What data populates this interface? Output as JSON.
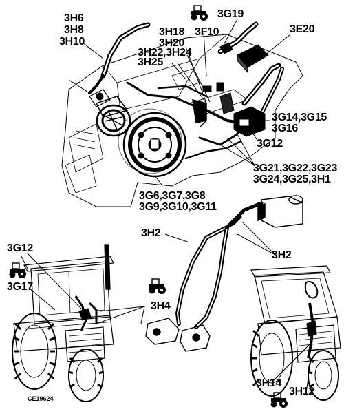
{
  "labels": {
    "h6": "3H6",
    "h8": "3H8",
    "h10": "3H10",
    "g19": "3G19",
    "f10": "3F10",
    "h18": "3H18",
    "h20": "3H20",
    "h22_h24": "3H22,3H24",
    "h25": "3H25",
    "e20": "3E20",
    "g14_g15": "3G14,3G15",
    "g16": "3G16",
    "g12_engine": "3G12",
    "g21_row": "3G21,3G22,3G23",
    "g24_row": "3G24,3G25,3H1",
    "g6_row": "3G6,3G7,3G8",
    "g9_row": "3G9,3G10,3G11",
    "h2_left": "3H2",
    "h2_right": "3H2",
    "g12_left": "3G12",
    "g17": "3G17",
    "h4": "3H4",
    "h14": "3H14",
    "h12": "3H12",
    "code": "CE19624"
  },
  "icons": [
    "tractor-icon"
  ],
  "colors": {
    "ink": "#000000",
    "paper": "#ffffff"
  }
}
